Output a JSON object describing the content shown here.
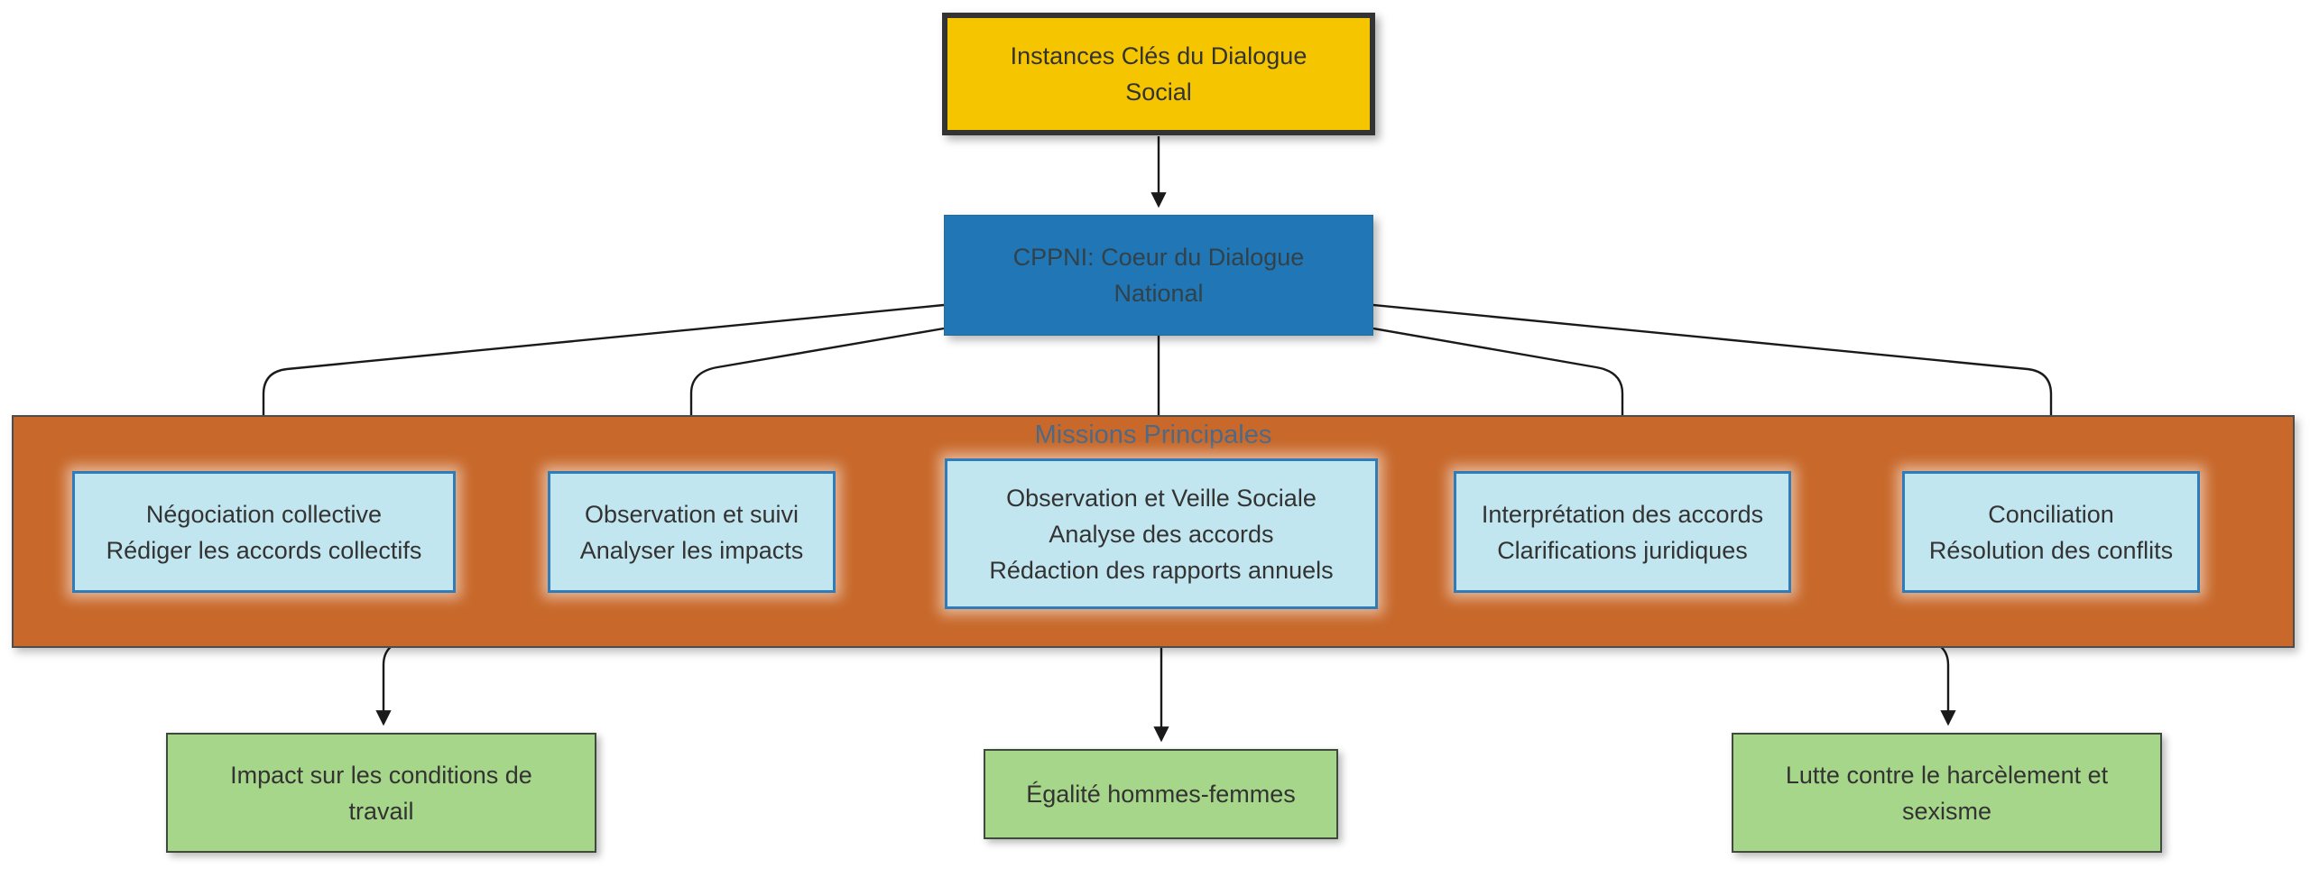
{
  "diagram": {
    "root": {
      "lines": [
        "Instances Clés du Dialogue",
        "Social"
      ]
    },
    "hub": {
      "lines": [
        "CPPNI: Coeur du Dialogue",
        "National"
      ]
    },
    "band": {
      "title": "Missions Principales",
      "missions": [
        {
          "lines": [
            "Négociation collective",
            "Rédiger les accords collectifs"
          ]
        },
        {
          "lines": [
            "Observation et suivi",
            "Analyser les impacts"
          ]
        },
        {
          "lines": [
            "Observation et Veille Sociale",
            "Analyse des accords",
            "Rédaction des rapports annuels"
          ]
        },
        {
          "lines": [
            "Interprétation des accords",
            "Clarifications juridiques"
          ]
        },
        {
          "lines": [
            "Conciliation",
            "Résolution des conflits"
          ]
        }
      ]
    },
    "outcomes": [
      {
        "lines": [
          "Impact sur les conditions de",
          "travail"
        ]
      },
      {
        "lines": [
          "Égalité hommes-femmes"
        ]
      },
      {
        "lines": [
          "Lutte contre le harcèlement et",
          "sexisme"
        ]
      }
    ]
  },
  "colors": {
    "root_fill": "#F5C500",
    "root_border": "#333333",
    "hub_fill": "#2176B5",
    "band_fill": "#C8682B",
    "band_border": "#4D4D4D",
    "band_title_text": "#386A94",
    "mission_fill": "#C2E6EF",
    "mission_border": "#2E7CBA",
    "outcome_fill": "#A6D689",
    "outcome_border": "#3F4A3C",
    "edge": "#1A1A1A",
    "text": "#333333"
  }
}
